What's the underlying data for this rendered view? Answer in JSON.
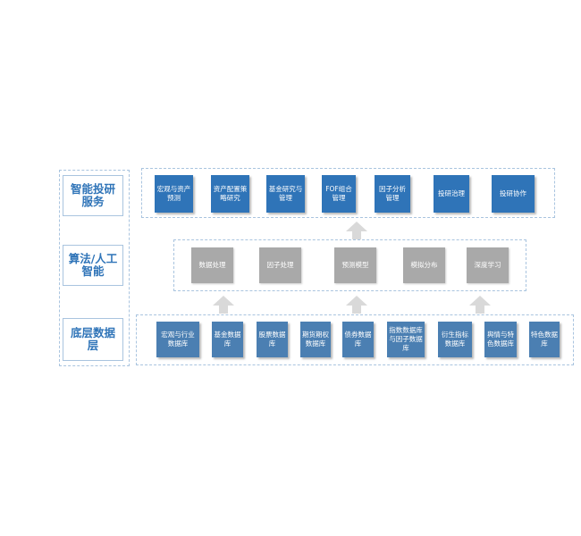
{
  "layers": {
    "service": {
      "label": "智能投研服务"
    },
    "algo": {
      "label": "算法/人工智能"
    },
    "data": {
      "label": "底层数据层"
    }
  },
  "service_nodes": [
    "宏观与资产预测",
    "资产配置策略研究",
    "基金研究与管理",
    "FOF组合管理",
    "因子分析管理",
    "投研治理",
    "投研协作"
  ],
  "algo_nodes": [
    "数据处理",
    "因子处理",
    "预测模型",
    "模拟分布",
    "深度学习"
  ],
  "data_nodes": [
    "宏观与行业数据库",
    "基金数据库",
    "股票数据库",
    "期货期权数据库",
    "债券数据库",
    "指数数据库与因子数据库",
    "衍生指标数据库",
    "舆情与特色数据库",
    "特色数据库"
  ],
  "colors": {
    "service_node": "#2f74b8",
    "data_node": "#4b7fb2",
    "algo_node": "#a9a9a9",
    "arrow": "#d9d9d9",
    "frame": "#a9c4df",
    "label_text": "#2f74b8"
  }
}
